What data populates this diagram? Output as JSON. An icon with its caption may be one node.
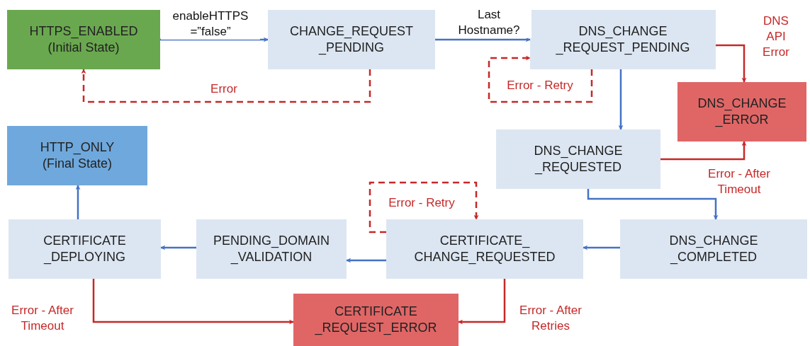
{
  "diagram": {
    "nodes": [
      {
        "text": [
          "HTTPS_ENABLED",
          "(Initial State)"
        ]
      },
      {
        "text": [
          "CHANGE_REQUEST _PENDING"
        ]
      },
      {
        "text": [
          "DNS_CHANGE _REQUEST_PENDING"
        ]
      },
      {
        "text": [
          "DNS_CHANGE _ERROR"
        ]
      },
      {
        "text": [
          "HTTP_ONLY",
          "(Final State)"
        ]
      },
      {
        "text": [
          "DNS_CHANGE _REQUESTED"
        ]
      },
      {
        "text": [
          "CERTIFICATE _DEPLOYING"
        ]
      },
      {
        "text": [
          "PENDING_DOMAIN _VALIDATION"
        ]
      },
      {
        "text": [
          "CERTIFICATE_ CHANGE_REQUESTED"
        ]
      },
      {
        "text": [
          "DNS_CHANGE _COMPLETED"
        ]
      },
      {
        "text": [
          "CERTIFICATE _REQUEST_ERROR"
        ]
      }
    ],
    "edges": [
      {
        "from": 0,
        "to": 1,
        "arrow": "to",
        "label": "enableHTTPS =”false”"
      },
      {
        "from": 1,
        "to": 2,
        "arrow": "to",
        "label": "Last Hostname?"
      },
      {
        "from": 1,
        "to": 0,
        "arrow": "to",
        "label": "Error",
        "style": "dashed",
        "color": "#c62828"
      },
      {
        "from": 2,
        "to": 2,
        "arrow": "to",
        "label": "Error - Retry",
        "style": "dashed",
        "color": "#c62828"
      },
      {
        "from": 2,
        "to": 3,
        "arrow": "to",
        "label": "DNS API Error",
        "color": "#c62828"
      },
      {
        "from": 2,
        "to": 5,
        "arrow": "to"
      },
      {
        "from": 5,
        "to": 3,
        "arrow": "to",
        "label": "Error - After Timeout",
        "color": "#c62828"
      },
      {
        "from": 5,
        "to": 9,
        "arrow": "to"
      },
      {
        "from": 9,
        "to": 8,
        "arrow": "to"
      },
      {
        "from": 8,
        "to": 8,
        "arrow": "to",
        "label": "Error - Retry",
        "style": "dashed",
        "color": "#c62828"
      },
      {
        "from": 8,
        "to": 7,
        "arrow": "to"
      },
      {
        "from": 7,
        "to": 6,
        "arrow": "to"
      },
      {
        "from": 6,
        "to": 4,
        "arrow": "to"
      },
      {
        "from": 6,
        "to": 10,
        "arrow": "to",
        "label": "Error - After Timeout",
        "color": "#c62828"
      },
      {
        "from": 8,
        "to": 10,
        "arrow": "to",
        "label": "Error - After Retries",
        "color": "#c62828"
      }
    ]
  }
}
